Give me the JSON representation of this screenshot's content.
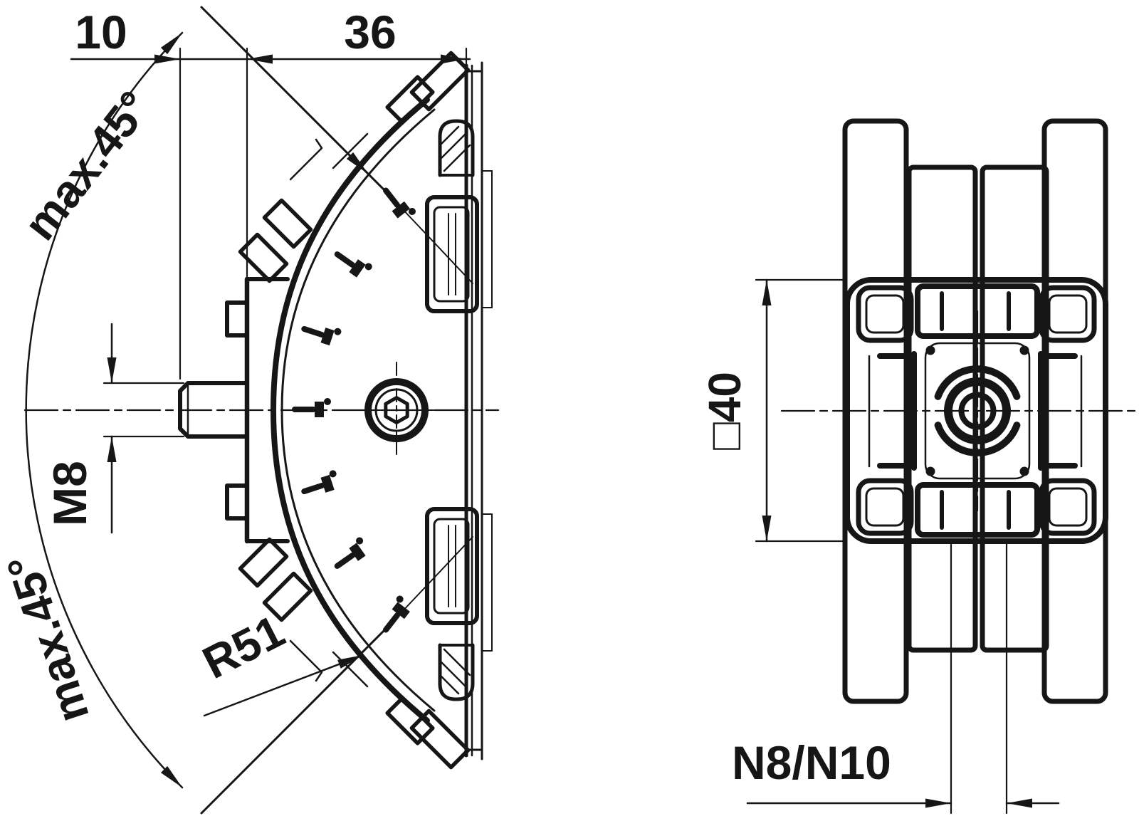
{
  "drawing": {
    "colors": {
      "line": "#161616",
      "background": "#ffffff"
    },
    "labels": {
      "dim_offset": "10",
      "dim_depth": "36",
      "max_angle_upper": "max.45°",
      "max_angle_lower": "max.45°",
      "thread": "M8",
      "radius": "R51",
      "square_size": "□40",
      "grooves": "N8/N10"
    }
  }
}
